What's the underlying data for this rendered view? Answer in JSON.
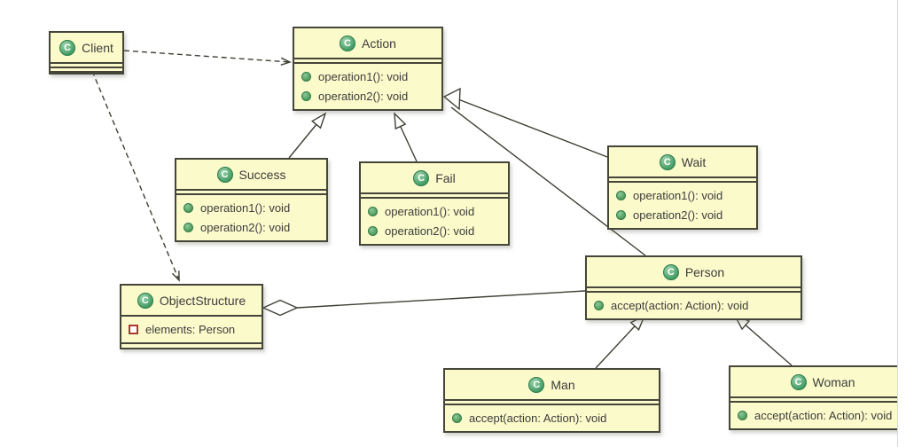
{
  "diagram": {
    "kind": "uml-class-diagram",
    "colors": {
      "class_fill": "#fbfacb",
      "class_border": "#45453a",
      "line": "#3f3f35",
      "class_icon_green": "#3f9a62",
      "method_dot_green": "#4a9a58",
      "field_square_red": "#a8392e"
    },
    "class_icon_letter": "C",
    "classes": [
      {
        "name": "Client",
        "attributes": [],
        "operations": []
      },
      {
        "name": "Action",
        "attributes": [],
        "operations": [
          "operation1(): void",
          "operation2(): void"
        ]
      },
      {
        "name": "Success",
        "attributes": [],
        "operations": [
          "operation1(): void",
          "operation2(): void"
        ]
      },
      {
        "name": "Fail",
        "attributes": [],
        "operations": [
          "operation1(): void",
          "operation2(): void"
        ]
      },
      {
        "name": "Wait",
        "attributes": [],
        "operations": [
          "operation1(): void",
          "operation2(): void"
        ]
      },
      {
        "name": "Person",
        "attributes": [],
        "operations": [
          "accept(action: Action): void"
        ]
      },
      {
        "name": "ObjectStructure",
        "attributes": [
          "elements: Person"
        ],
        "operations": []
      },
      {
        "name": "Man",
        "attributes": [],
        "operations": [
          "accept(action: Action): void"
        ]
      },
      {
        "name": "Woman",
        "attributes": [],
        "operations": [
          "accept(action: Action): void"
        ]
      }
    ],
    "relations": [
      {
        "from": "Client",
        "to": "Action",
        "type": "dependency"
      },
      {
        "from": "Client",
        "to": "ObjectStructure",
        "type": "dependency"
      },
      {
        "from": "Success",
        "to": "Action",
        "type": "generalization"
      },
      {
        "from": "Fail",
        "to": "Action",
        "type": "generalization"
      },
      {
        "from": "Wait",
        "to": "Action",
        "type": "generalization"
      },
      {
        "from": "Person",
        "to": "Action",
        "type": "generalization"
      },
      {
        "from": "Man",
        "to": "Person",
        "type": "generalization"
      },
      {
        "from": "Woman",
        "to": "Person",
        "type": "generalization"
      },
      {
        "from": "ObjectStructure",
        "to": "Person",
        "type": "aggregation"
      }
    ]
  }
}
